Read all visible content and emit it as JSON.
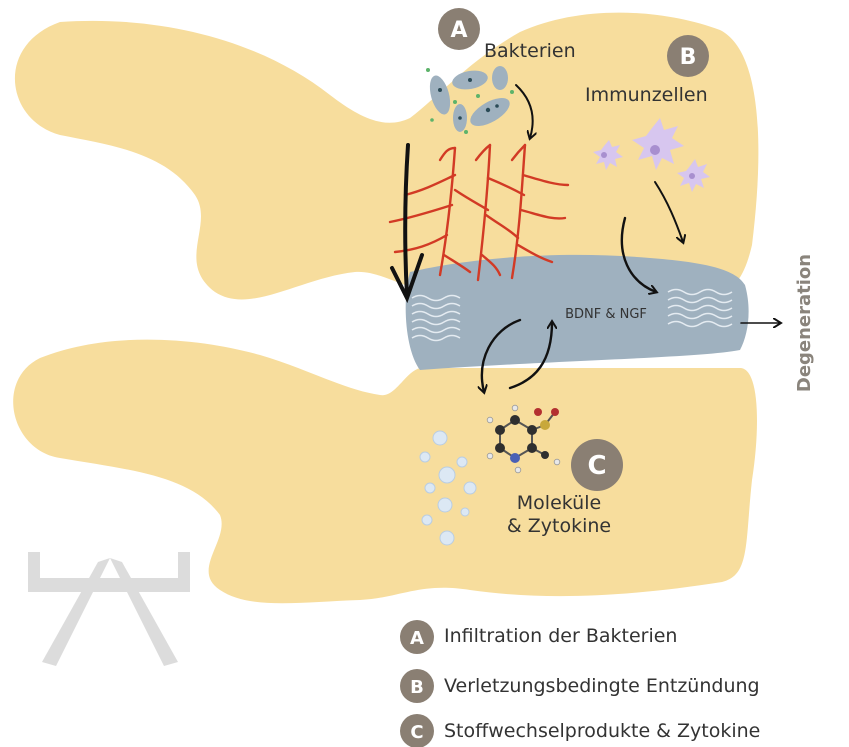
{
  "colors": {
    "bone": "#f7dd9d",
    "disc": "#9fb1bf",
    "badge": "#8a7f73",
    "nerve": "#d23a25",
    "arrow": "#111111",
    "cell": "#d7c6ef",
    "side_label": "#8a847c"
  },
  "labels": {
    "a": {
      "letter": "A",
      "text": "Bakterien"
    },
    "b": {
      "letter": "B",
      "text": "Immunzellen"
    },
    "c": {
      "letter": "C",
      "text_line1": "Moleküle",
      "text_line2": "& Zytokine"
    },
    "disc_label": "BDNF & NGF",
    "side_label": "Degeneration"
  },
  "legend": [
    {
      "letter": "A",
      "text": "Infiltration der Bakterien"
    },
    {
      "letter": "B",
      "text": "Verletzungsbedingte Entzündung"
    },
    {
      "letter": "C",
      "text": "Stoffwechselprodukte & Zytokine"
    }
  ],
  "watermark": {
    "icon": "scale-logo-icon"
  }
}
